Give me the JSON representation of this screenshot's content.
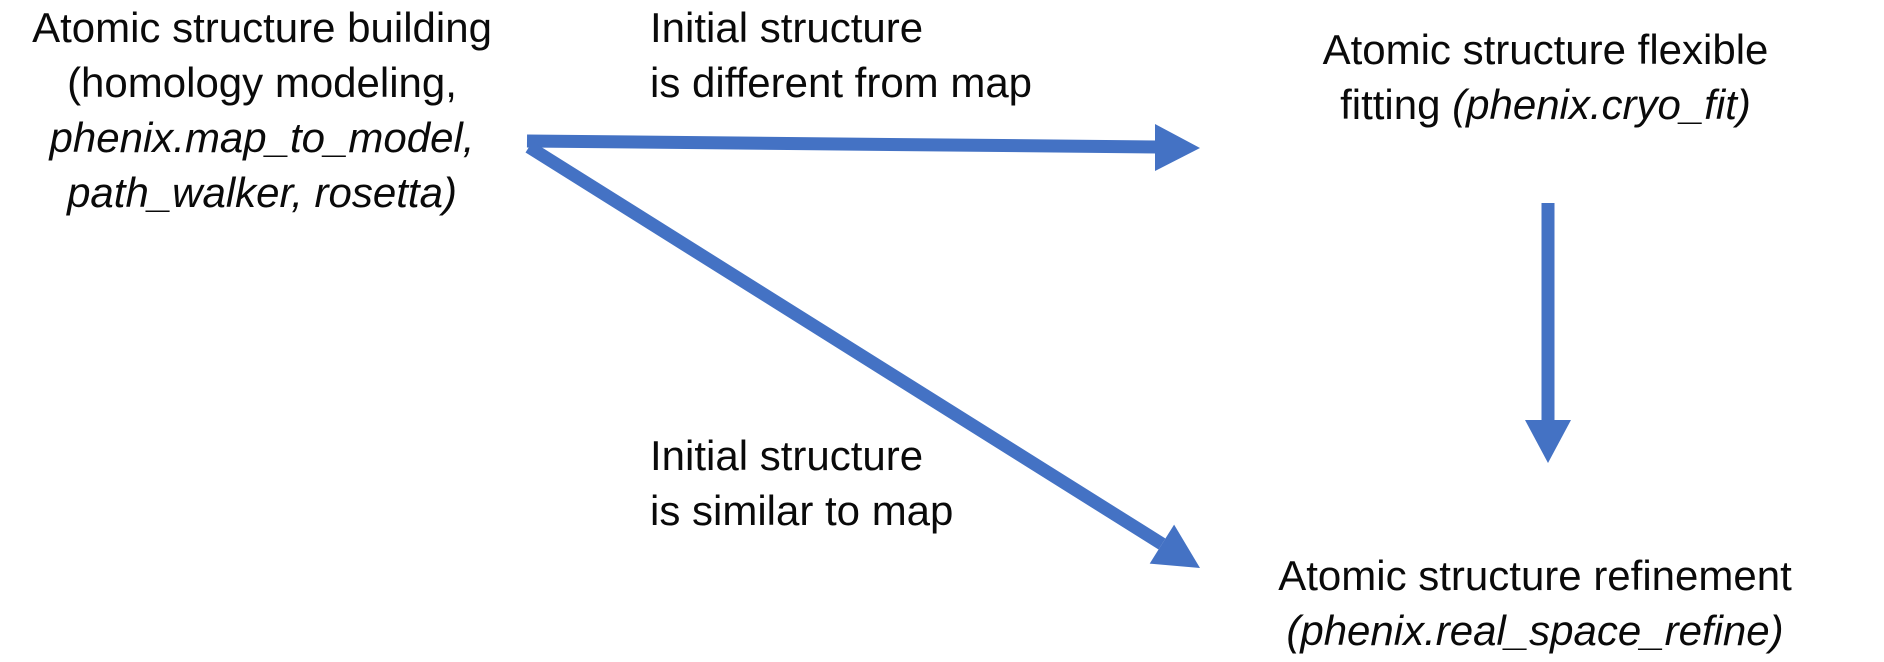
{
  "diagram": {
    "background": "#ffffff",
    "text_color": "#0a0a0a",
    "arrow_color": "#4472c4",
    "nodes": {
      "building": {
        "line1": "Atomic structure building",
        "line2": "(homology modeling,",
        "line3_italic": "phenix.map_to_model,",
        "line4_italic": "path_walker, rosetta)"
      },
      "fitting": {
        "line1": "Atomic structure flexible",
        "line2_regular": "fitting ",
        "line2_italic": "(phenix.cryo_fit)"
      },
      "refinement": {
        "line1": "Atomic structure refinement",
        "line2_italic": "(phenix.real_space_refine)"
      }
    },
    "labels": {
      "different": {
        "line1": "Initial structure",
        "line2": "is different from map"
      },
      "similar": {
        "line1": "Initial structure",
        "line2": "is similar to map"
      }
    },
    "arrows": [
      {
        "name": "building-to-fitting",
        "condition": "Initial structure is different from map"
      },
      {
        "name": "building-to-refinement",
        "condition": "Initial structure is similar to map"
      },
      {
        "name": "fitting-to-refinement",
        "condition": ""
      }
    ]
  }
}
